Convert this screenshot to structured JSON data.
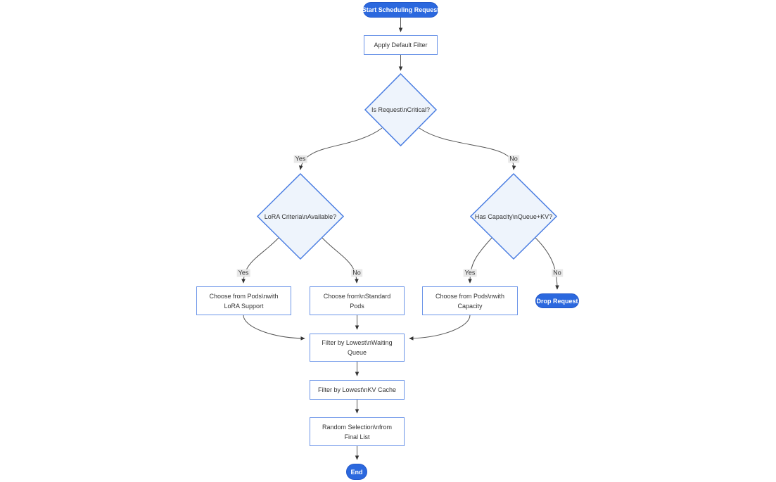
{
  "diagram": {
    "type": "flowchart",
    "direction": "top-down",
    "nodes": {
      "start": {
        "label": "Start Scheduling Request",
        "shape": "stadium"
      },
      "apply_filter": {
        "label": "Apply Default Filter",
        "shape": "rect"
      },
      "is_critical": {
        "label": "Is Request\\nCritical?",
        "shape": "diamond"
      },
      "lora_criteria": {
        "label": "LoRA Criteria\\nAvailable?",
        "shape": "diamond"
      },
      "has_capacity": {
        "label": "Has Capacity\\nQueue+KV?",
        "shape": "diamond"
      },
      "choose_lora_pods": {
        "label": "Choose from Pods\\nwith LoRA Support",
        "shape": "rect"
      },
      "choose_standard_pods": {
        "label": "Choose from\\nStandard Pods",
        "shape": "rect"
      },
      "choose_capacity_pods": {
        "label": "Choose from Pods\\nwith Capacity",
        "shape": "rect"
      },
      "drop_request": {
        "label": "Drop Request",
        "shape": "stadium"
      },
      "filter_waiting_queue": {
        "label": "Filter by Lowest\\nWaiting Queue",
        "shape": "rect"
      },
      "filter_kv_cache": {
        "label": "Filter by Lowest\\nKV Cache",
        "shape": "rect"
      },
      "random_selection": {
        "label": "Random Selection\\nfrom Final List",
        "shape": "rect"
      },
      "end": {
        "label": "End",
        "shape": "stadium"
      }
    },
    "edge_labels": {
      "critical_yes": "Yes",
      "critical_no": "No",
      "lora_yes": "Yes",
      "lora_no": "No",
      "capacity_yes": "Yes",
      "capacity_no": "No"
    },
    "colors": {
      "stadium_fill": "#2b68de",
      "stadium_text": "#ffffff",
      "rect_fill": "#ffffff",
      "rect_border": "#6c95e8",
      "diamond_fill": "#eef4fc",
      "diamond_border": "#4b7ee2",
      "edge_stroke": "#555555",
      "edge_label_bg": "#e8e8e8",
      "node_text": "#333333"
    }
  }
}
